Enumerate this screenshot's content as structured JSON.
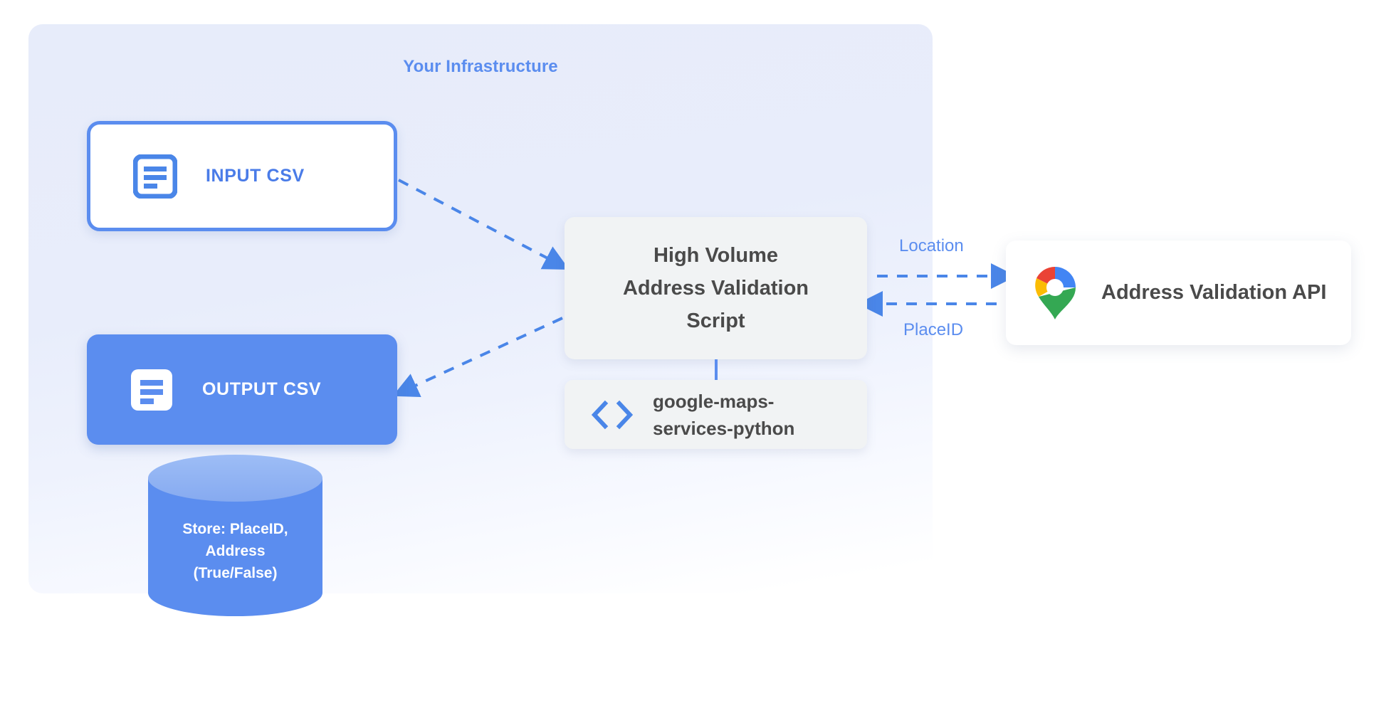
{
  "diagram": {
    "title": "Your Infrastructure",
    "accent_blue": "#5b8def",
    "panel_bg": "#e7ecfa",
    "card_gray": "#f1f3f4",
    "text_gray": "#4a4a4a"
  },
  "input_csv": {
    "label": "INPUT CSV",
    "icon": "document-icon"
  },
  "output_csv": {
    "label": "OUTPUT CSV",
    "icon": "document-icon"
  },
  "script": {
    "line1": "High Volume",
    "line2": "Address Validation",
    "line3": "Script"
  },
  "library": {
    "icon": "code-brackets-icon",
    "line1": "google-maps-",
    "line2": "services-python"
  },
  "api": {
    "label": "Address Validation API",
    "icon": "google-maps-pin-icon"
  },
  "edges": {
    "location_label": "Location",
    "placeid_label": "PlaceID"
  },
  "database": {
    "line1": "Store: PlaceID,",
    "line2": "Address",
    "line3": "(True/False)",
    "top_color": "#8fb2f2",
    "body_color": "#5b8def"
  }
}
